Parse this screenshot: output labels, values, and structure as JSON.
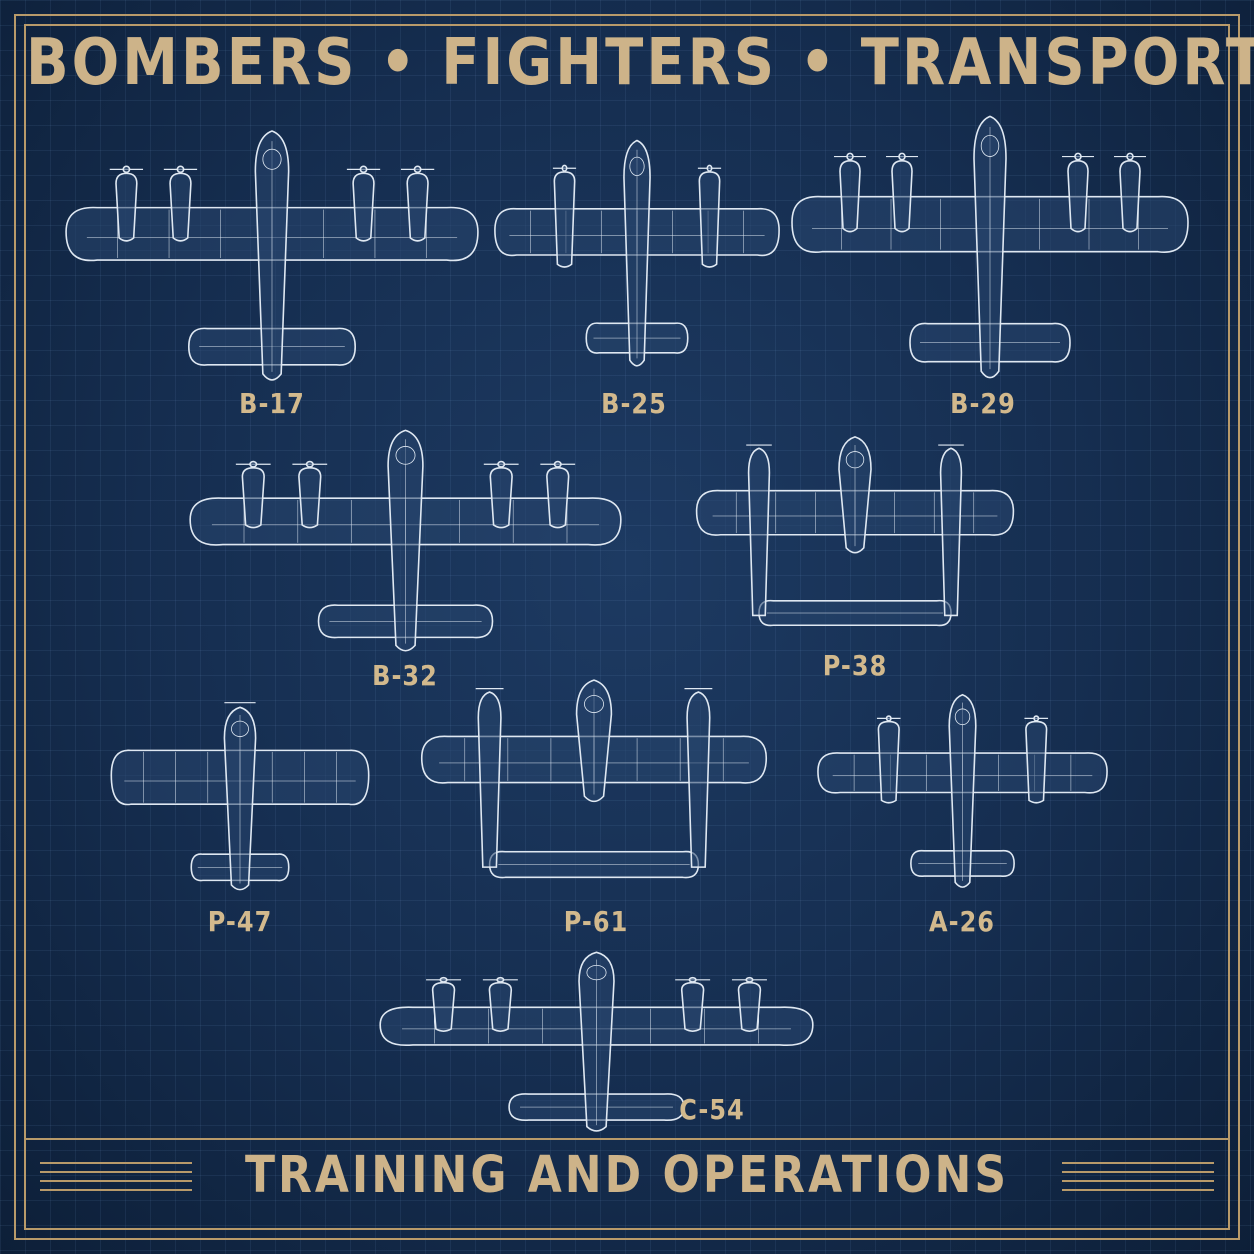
{
  "title": "BOMBERS • FIGHTERS • TRANSPORTS",
  "footer": "TRAINING AND OPERATIONS",
  "colors": {
    "background": "#152d4f",
    "gold": "#cdb389",
    "line": "#dfe8f2"
  },
  "aircraft": [
    {
      "label": "B-17",
      "type": "four-engine-bomber"
    },
    {
      "label": "B-25",
      "type": "twin-engine-bomber"
    },
    {
      "label": "B-29",
      "type": "four-engine-bomber"
    },
    {
      "label": "B-32",
      "type": "four-engine-bomber"
    },
    {
      "label": "P-38",
      "type": "twin-boom-fighter"
    },
    {
      "label": "P-47",
      "type": "single-engine-fighter"
    },
    {
      "label": "P-61",
      "type": "twin-boom-fighter"
    },
    {
      "label": "A-26",
      "type": "twin-engine-bomber"
    },
    {
      "label": "C-54",
      "type": "four-engine-transport"
    }
  ]
}
